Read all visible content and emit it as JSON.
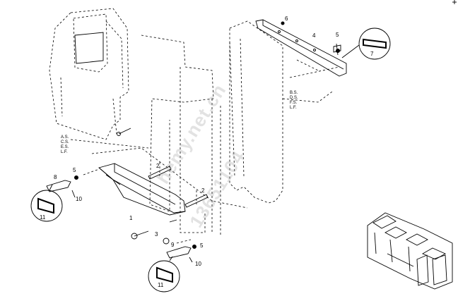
{
  "callouts": [
    {
      "id": "c1",
      "label": "1"
    },
    {
      "id": "c2a",
      "label": "2"
    },
    {
      "id": "c2b",
      "label": "2"
    },
    {
      "id": "c3",
      "label": "3"
    },
    {
      "id": "c4",
      "label": "4"
    },
    {
      "id": "c5a",
      "label": "5"
    },
    {
      "id": "c5b",
      "label": "5"
    },
    {
      "id": "c5c",
      "label": "5"
    },
    {
      "id": "c6",
      "label": "6"
    },
    {
      "id": "c7",
      "label": "7"
    },
    {
      "id": "c8",
      "label": "8"
    },
    {
      "id": "c9",
      "label": "9"
    },
    {
      "id": "c10a",
      "label": "10"
    },
    {
      "id": "c10b",
      "label": "10"
    },
    {
      "id": "c11a",
      "label": "11"
    },
    {
      "id": "c11b",
      "label": "11"
    }
  ],
  "side_codes_left": [
    "A.S.",
    "C.S.",
    "E.S.",
    "L.F."
  ],
  "side_codes_right": [
    "B.S.",
    "D.S.",
    "F.S.",
    "L.F."
  ],
  "watermark": [
    "hemy.net.cn",
    "13651104"
  ],
  "icons": {
    "detail_circle": "magnifier-detail-icon",
    "locator": "assembly-locator-icon"
  }
}
